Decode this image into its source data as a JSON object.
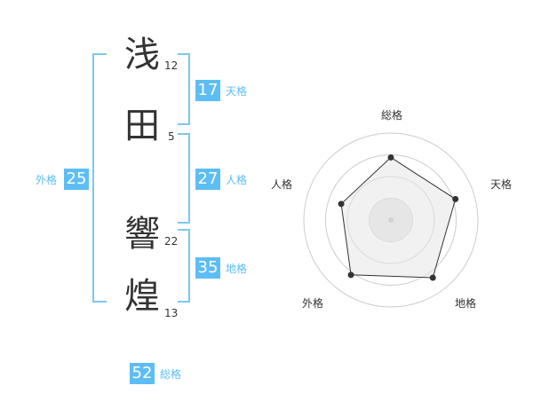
{
  "name": {
    "chars": [
      {
        "char": "浅",
        "strokes": "12"
      },
      {
        "char": "田",
        "strokes": "5"
      },
      {
        "char": "響",
        "strokes": "22"
      },
      {
        "char": "煌",
        "strokes": "13"
      }
    ]
  },
  "fortunes": {
    "tenkaku": {
      "value": "17",
      "label": "天格"
    },
    "jinkaku": {
      "value": "27",
      "label": "人格"
    },
    "chikaku": {
      "value": "35",
      "label": "地格"
    },
    "gaikaku": {
      "value": "25",
      "label": "外格"
    },
    "soukaku": {
      "value": "52",
      "label": "総格"
    }
  },
  "chart_data": {
    "type": "radar",
    "axes": [
      "総格",
      "天格",
      "地格",
      "外格",
      "人格"
    ],
    "values": [
      0.72,
      0.78,
      0.82,
      0.78,
      0.6
    ],
    "range": [
      0,
      1
    ],
    "rings": 4,
    "colors": {
      "fill": "#eeeeee",
      "line": "#333333",
      "grid": "#cccccc",
      "accent": "#5dbdf5"
    }
  }
}
